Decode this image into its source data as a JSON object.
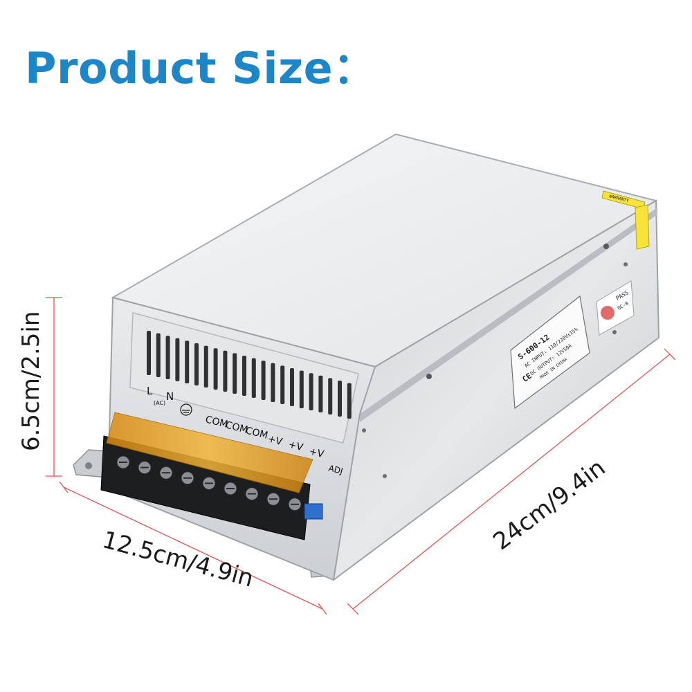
{
  "title": "Product Size：",
  "dimensions": {
    "height": "6.5cm/2.5in",
    "width": "12.5cm/4.9in",
    "length": "24cm/9.4in"
  },
  "label": {
    "model": "S-600-12",
    "ac_input": "AC INPUT: 110/220V±15%",
    "dc_output": "DC OUTPUT: 12V50A",
    "origin": "MADE IN CHINA",
    "ce_mark": "CE",
    "pass": "PASS",
    "qc": "QC-8",
    "warranty": "WARRANTY"
  },
  "terminals": {
    "l": "L",
    "n": "N",
    "ac": "(AC)",
    "labels": [
      "COM",
      "COM",
      "COM",
      "+V",
      "+V",
      "+V"
    ],
    "adj": "ADJ"
  },
  "colors": {
    "title": "#1d86c8",
    "dimension_line": "#e05555",
    "case": "#d9dcdf",
    "terminal_cover": "#e8a21c"
  }
}
